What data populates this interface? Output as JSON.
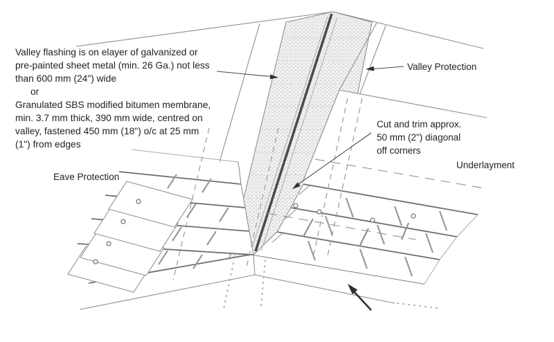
{
  "colors": {
    "line": "#8f8f8f",
    "line_dark": "#6e6e6e",
    "valley": "#4b4b4b",
    "stipple_bg": "#f1f1f1",
    "stipple_dot": "#b7b7b7",
    "text": "#1f1f1f",
    "arrow": "#2f2f2f"
  },
  "notes": {
    "flashing_spec": {
      "lines": [
        "Valley flashing is on elayer of galvanized or",
        "pre-painted sheet metal (min. 26 Ga.) not less",
        "than 600 mm (24\") wide",
        "or",
        "Granulated SBS modified bitumen membrane,",
        "min. 3.7 mm thick, 390 mm wide, centred on",
        "valley, fastened 450 mm (18\") o/c at 25 mm",
        "(1\") from edges"
      ]
    }
  },
  "labels": {
    "valley_protection": "Valley Protection",
    "underlayment": "Underlayment",
    "eave_protection": "Eave Protection",
    "cut_trim_lines": [
      "Cut and trim approx.",
      "50 mm (2\") diagonal",
      "off corners"
    ]
  }
}
